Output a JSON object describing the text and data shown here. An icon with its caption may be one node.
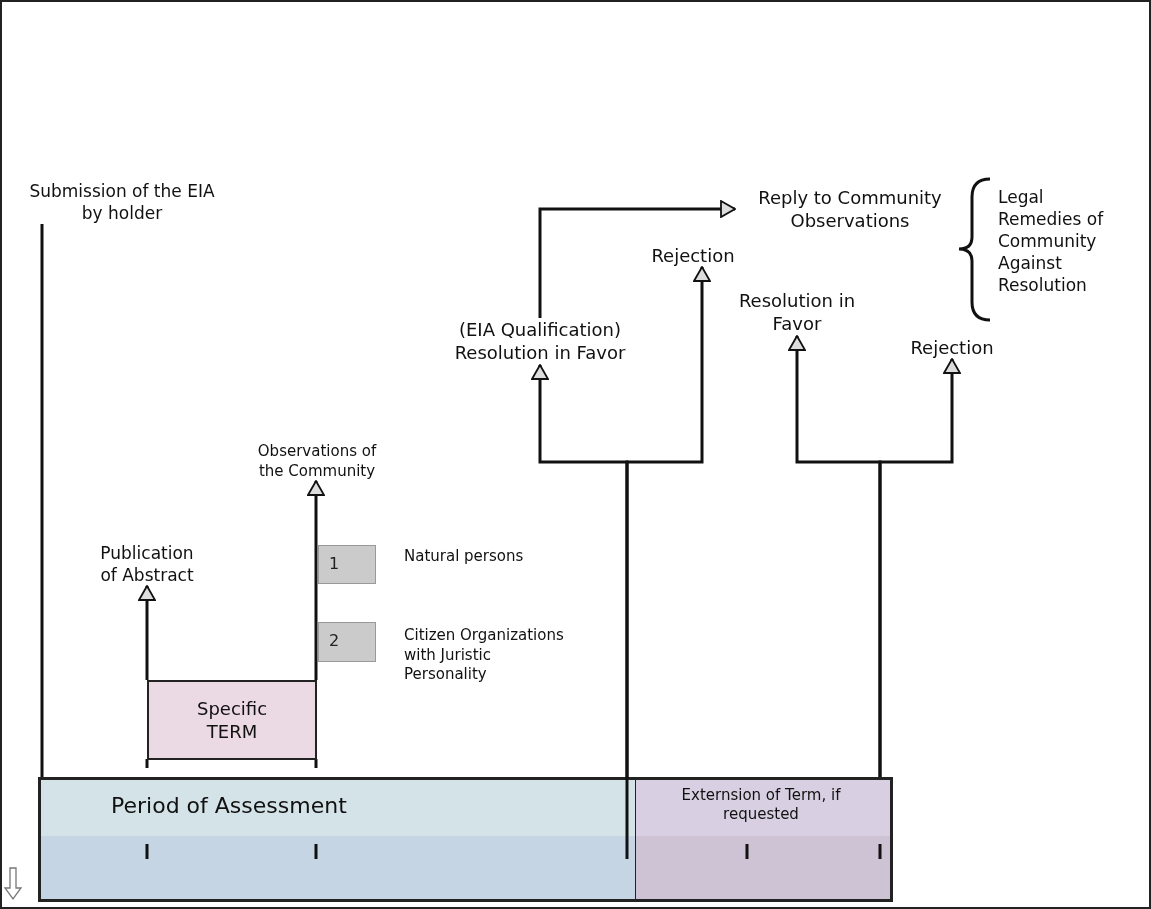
{
  "diagram": {
    "nodes": [
      {
        "text": [
          "Submission of the EIA by holder"
        ]
      },
      {
        "text": [
          "Publication of Abstract"
        ]
      },
      {
        "text": [
          "Observations of the Community"
        ]
      },
      {
        "text": [
          "Specific TERM"
        ]
      },
      {
        "text": [
          "1"
        ],
        "beside": [
          "Natural persons"
        ]
      },
      {
        "text": [
          "2"
        ],
        "beside": [
          "Citizen Organizations with Juristic Personality"
        ]
      },
      {
        "text": [
          "(EIA Qualification) Resolution in Favor"
        ]
      },
      {
        "text": [
          "Rejection"
        ]
      },
      {
        "text": [
          "Reply to Community Observations"
        ]
      },
      {
        "text": [
          "Resolution in Favor"
        ]
      },
      {
        "text": [
          "Rejection"
        ]
      },
      {
        "text": [
          "Period of Assessment"
        ]
      },
      {
        "text": [
          "Externsion of Term, if requested"
        ]
      }
    ],
    "edges": [
      {
        "from": 0,
        "to": 11,
        "arrow": "none"
      },
      {
        "from": 3,
        "to": 1,
        "arrow": "to"
      },
      {
        "from": 3,
        "to": 2,
        "arrow": "to"
      },
      {
        "from": 11,
        "to": 6,
        "arrow": "to"
      },
      {
        "from": 11,
        "to": 7,
        "arrow": "to"
      },
      {
        "from": 6,
        "to": 8,
        "arrow": "to"
      },
      {
        "from": 12,
        "to": 9,
        "arrow": "to"
      },
      {
        "from": 12,
        "to": 10,
        "arrow": "to"
      }
    ],
    "labels": [
      "Legal Remedies of Community Against Resolution"
    ]
  }
}
